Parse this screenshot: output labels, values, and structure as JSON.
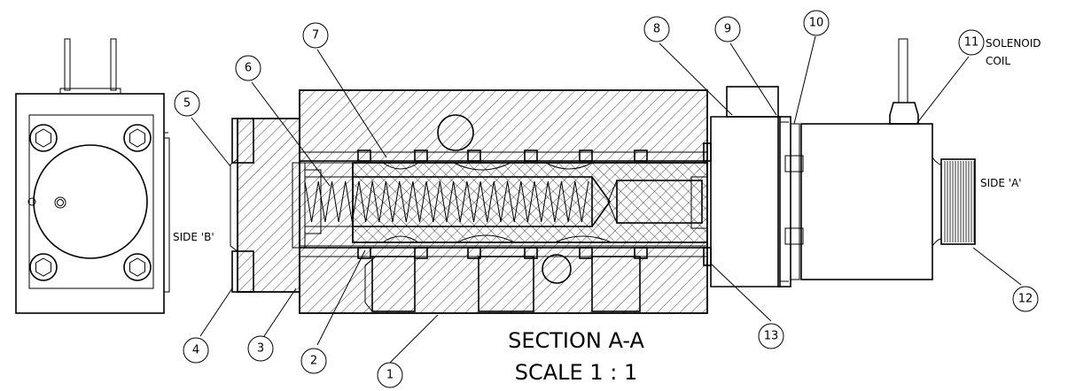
{
  "labels": {
    "side_b": "SIDE 'B'",
    "side_a": "SIDE 'A'",
    "solenoid_line1": "SOLENOID",
    "solenoid_line2": "COIL",
    "section_title": "SECTION A-A",
    "section_scale": "SCALE 1 : 1"
  },
  "callouts": [
    "1",
    "2",
    "3",
    "4",
    "5",
    "6",
    "7",
    "8",
    "9",
    "10",
    "11",
    "12",
    "13"
  ]
}
